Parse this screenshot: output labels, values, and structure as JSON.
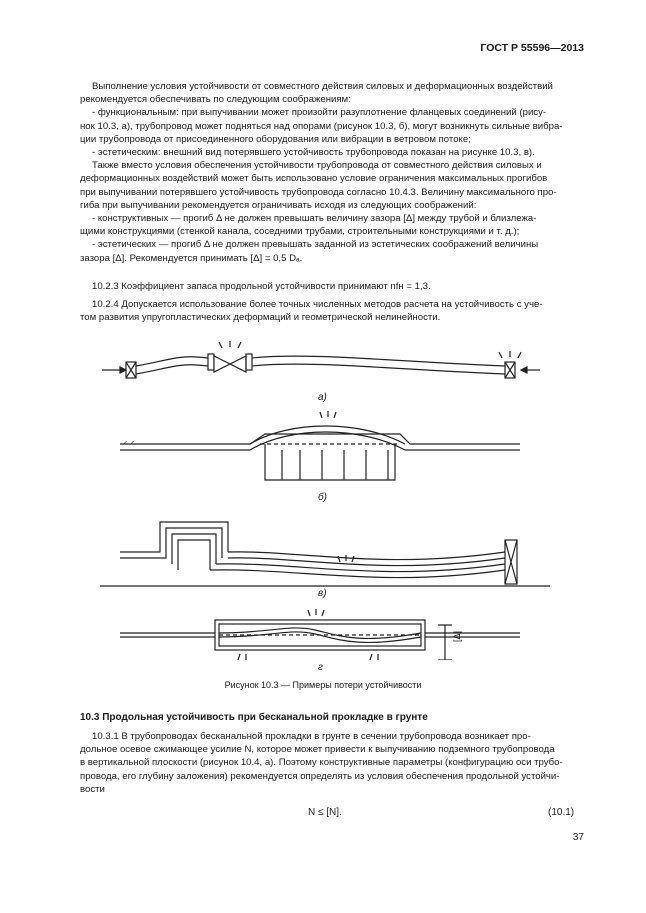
{
  "header": {
    "standard": "ГОСТ Р 55596—2013"
  },
  "intro": [
    "Выполнение условия устойчивости от совместного действия силовых и деформационных воздействий",
    "рекомендуется обеспечивать по следующим соображениям:",
    "- функциональным: при выпучивании может произойти разуплотнение фланцевых соединений (рису-",
    "нок 10.3, а), трубопровод может подняться над опорами (рисунок 10.3, б), могут возникнуть сильные вибра-",
    "ции трубопровода от присоединенного оборудования или вибрации в ветровом потоке;",
    "- эстетическим: внешний вид потерявшего устойчивость трубопровода показан на рисунке 10.3, в).",
    "Также вместо условия обеспечения устойчивости трубопровода от совместного действия силовых и",
    "деформационных воздействий может быть использовано условие ограничения максимальных прогибов",
    "при выпучивании потерявшего устойчивость трубопровода согласно 10.4.3. Величину максимального про-",
    "гиба при выпучивании  рекомендуется ограничивать исходя из следующих соображений:",
    "- конструктивных — прогиб Δ не  должен  превышать величину зазора [Δ] между трубой и близлежа-",
    "щими конструкциями (стенкой канала, соседними трубами, строительными конструкциями и т. д.);",
    "- эстетических — прогиб Δ не должен превышать заданной из эстетических соображений величины",
    "зазора [Δ]. Рекомендуется принимать [Δ] = 0,5 Dₐ."
  ],
  "clause_1023": "10.2.3 Коэффициент запаса продольной устойчивости принимают nfн = 1,3.",
  "clause_1024": [
    "10.2.4 Допускается использование более точных численных методов расчета на устойчивость с уче-",
    "том развития упругопластических деформаций и геометрической нелинейности."
  ],
  "figure": {
    "labels": {
      "a": "а)",
      "b": "б)",
      "v": "в)",
      "g": "г",
      "gap": "[Δ]"
    },
    "caption": "Рисунок  10.3 — Примеры потери устойчивости"
  },
  "section_title": "10.3 Продольная устойчивость при бесканальной прокладке в грунте",
  "section_text": [
    "10.3.1 В трубопроводах бесканальной прокладки в грунте в сечении трубопровода возникает про-",
    "дольное осевое сжимающее усилие N, которое может привести к выпучиванию подземного трубопровода",
    "в вертикальной плоскости (рисунок 10.4, а). Поэтому конструктивные параметры (конфигурацию оси трубо-",
    "провода, его глубину заложения) рекомендуется определять из условия обеспечения продольной устойчи-",
    "вости"
  ],
  "equation": {
    "formula": "N ≤ [N].",
    "number": "(10.1)"
  },
  "page_number": "37"
}
